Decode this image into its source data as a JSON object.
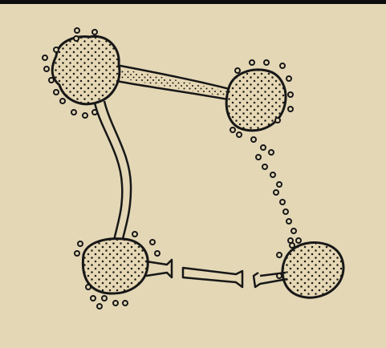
{
  "colors": {
    "background": "#e3d7b6",
    "top_bar": "#0d0d0d",
    "ink": "#171717",
    "blob_fill": "#e6d8b4",
    "stipple": "#1a1a1a"
  },
  "diagram": {
    "nodes": [
      {
        "id": "top-left",
        "label": ""
      },
      {
        "id": "top-right",
        "label": ""
      },
      {
        "id": "bottom-left",
        "label": ""
      },
      {
        "id": "bottom-right",
        "label": ""
      }
    ],
    "connections": [
      {
        "from": "top-left",
        "to": "top-right",
        "style": "stippled-tube"
      },
      {
        "from": "top-left",
        "to": "bottom-left",
        "style": "open-tube"
      },
      {
        "from": "top-right",
        "to": "bottom-right",
        "style": "dotted-trail"
      },
      {
        "from": "bottom-left",
        "to": "bottom-right",
        "style": "broken-tube"
      }
    ]
  }
}
